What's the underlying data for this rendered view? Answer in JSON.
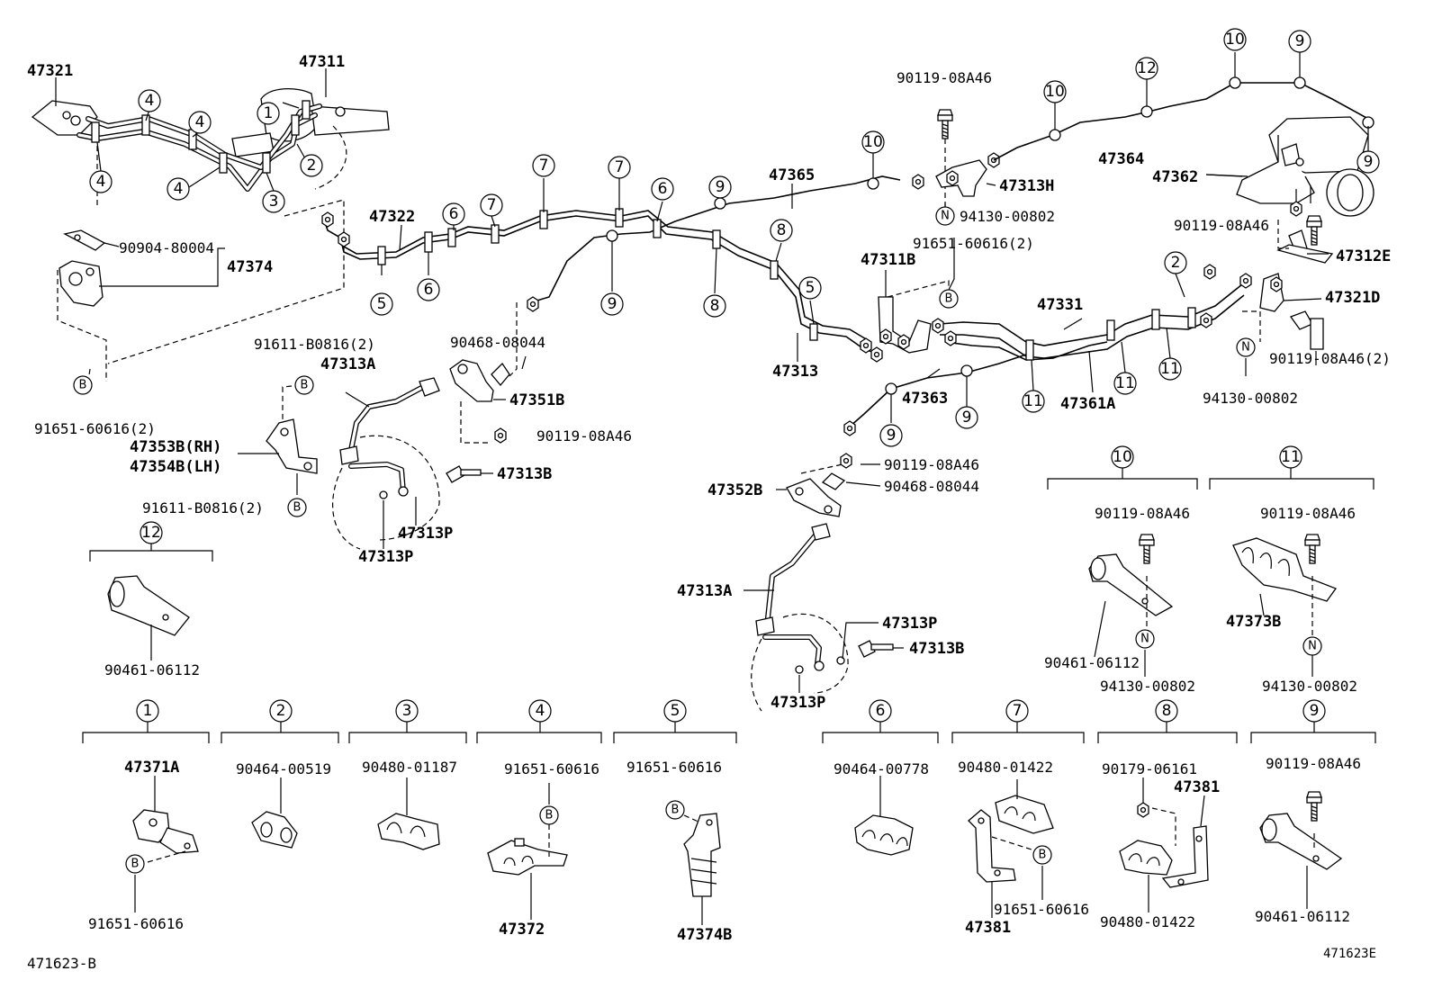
{
  "labels": {
    "p47321": "47321",
    "p47311": "47311",
    "p90904": "90904-80004",
    "p47374": "47374",
    "p91651_2_left": "91651-60616(2)",
    "p47322": "47322",
    "p91611_top": "91611-B0816(2)",
    "p47313A_top": "47313A",
    "p47353B": "47353B(RH)",
    "p47354B": "47354B(LH)",
    "p91611_bot": "91611-B0816(2)",
    "p90468_top": "90468-08044",
    "p47351B": "47351B",
    "p90119_mid": "90119-08A46",
    "p47313B_top": "47313B",
    "p47313P_a": "47313P",
    "p47313P_b": "47313P",
    "p47365": "47365",
    "p90119_top": "90119-08A46",
    "p47313H": "47313H",
    "p94130_top": "94130-00802",
    "p91651_2_mid": "91651-60616(2)",
    "p47311B": "47311B",
    "p47313": "47313",
    "p47363": "47363",
    "p47331": "47331",
    "p47361A": "47361A",
    "p47364": "47364",
    "p47362": "47362",
    "p90119_right1": "90119-08A46",
    "p47312E": "47312E",
    "p47321D": "47321D",
    "p90119_right2": "90119-08A46(2)",
    "p94130_right": "94130-00802",
    "p90119_c1": "90119-08A46",
    "p90468_c": "90468-08044",
    "p47352B": "47352B",
    "p47313A_c": "47313A",
    "p47313P_c1": "47313P",
    "p47313B_c": "47313B",
    "p47313P_c2": "47313P",
    "det10_bolt": "90119-08A46",
    "det10_clamp": "90461-06112",
    "det10_nut": "94130-00802",
    "det11_bolt": "90119-08A46",
    "det11_clamp": "47373B",
    "det11_nut": "94130-00802",
    "det12_clamp": "90461-06112",
    "d1_part": "47371A",
    "d1_bolt": "91651-60616",
    "d2_part": "90464-00519",
    "d3_part": "90480-01187",
    "d4_bolt": "91651-60616",
    "d4_part": "47372",
    "d5_bolt": "91651-60616",
    "d5_part": "47374B",
    "d6_part": "90464-00778",
    "d7_part": "90480-01422",
    "d7_bolt": "91651-60616",
    "d7_bracket": "47381",
    "d8_nut": "90179-06161",
    "d8_bracket": "47381",
    "d8_part": "90480-01422",
    "d9_bolt": "90119-08A46",
    "d9_clamp": "90461-06112",
    "footer_left": "471623-B",
    "footer_right": "471623E"
  },
  "callouts": {
    "c1": "1",
    "c2": "2",
    "c3": "3",
    "c4": "4",
    "c5": "5",
    "c6": "6",
    "c7": "7",
    "c8": "8",
    "c9": "9",
    "c10": "10",
    "c11": "11",
    "c12": "12",
    "b": "B",
    "n": "N"
  }
}
